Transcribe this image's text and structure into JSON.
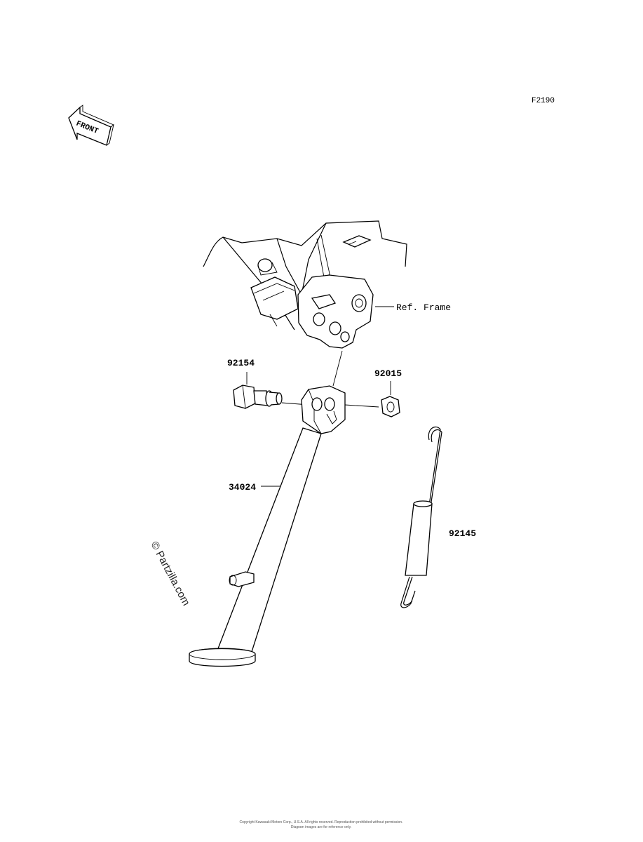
{
  "figure": {
    "code": "F2190",
    "front_label": "FRONT",
    "ref_label": "Ref. Frame",
    "watermark": "© Partzilla.com",
    "footer_line1": "Copyright Kawasaki Motors Corp., U.S.A. All rights reserved. Reproduction prohibited without permission.",
    "footer_line2": "Diagram images are for reference only."
  },
  "parts": [
    {
      "number": "92154",
      "name": "bolt"
    },
    {
      "number": "92015",
      "name": "nut"
    },
    {
      "number": "34024",
      "name": "stand"
    },
    {
      "number": "92145",
      "name": "spring"
    }
  ]
}
